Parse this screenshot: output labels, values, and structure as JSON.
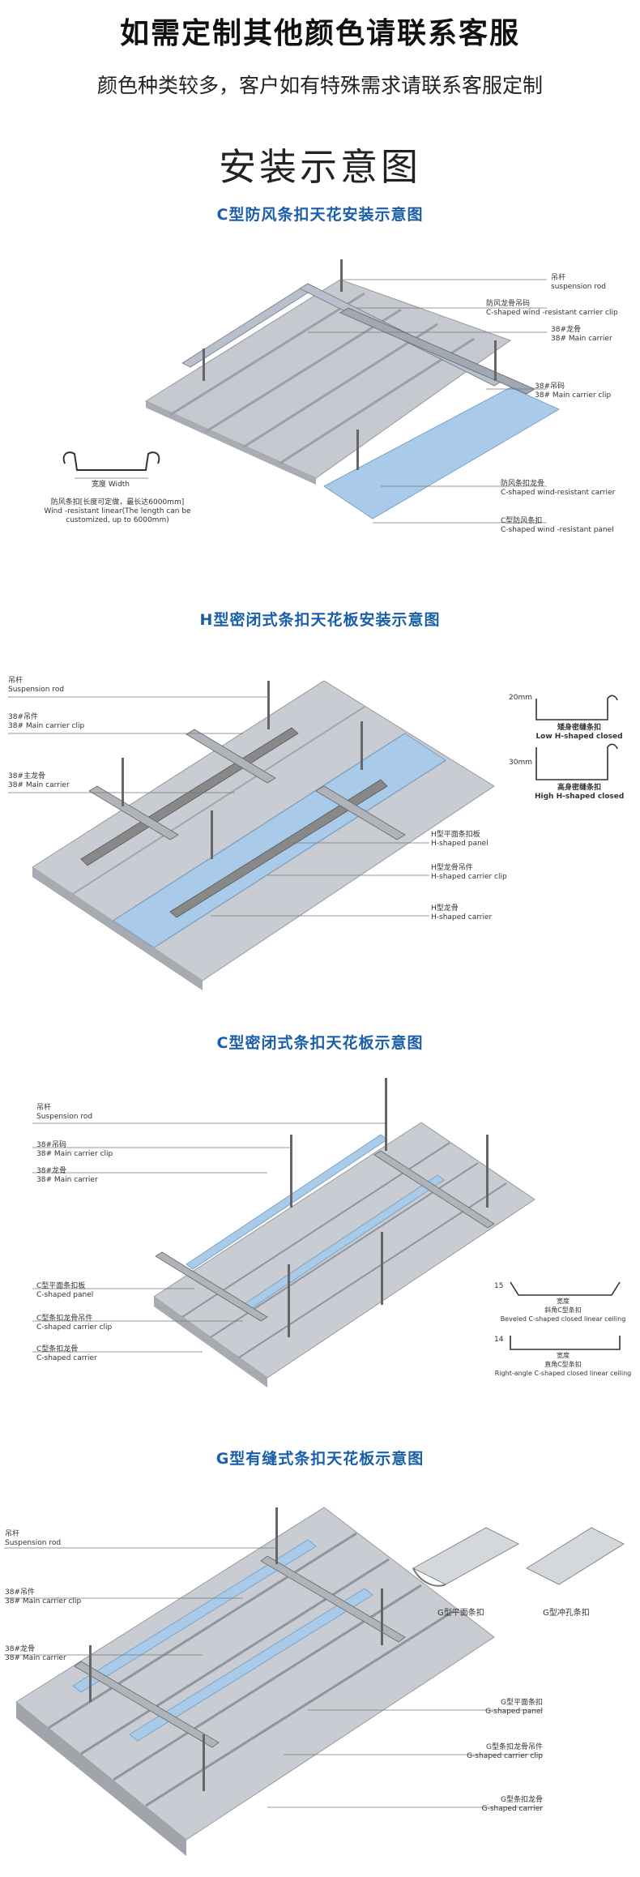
{
  "header": {
    "title": "如需定制其他颜色请联系客服",
    "subtitle": "颜色种类较多，客户如有特殊需求请联系客服定制"
  },
  "main_title": "安装示意图",
  "colors": {
    "accent": "#1a5fa8",
    "panel": "#c8ccd2",
    "highlight": "#a9cbe9"
  },
  "sections": [
    {
      "title": "C型防风条扣天花安装示意图",
      "labels": [
        {
          "cn": "吊杆",
          "en": "suspension rod"
        },
        {
          "cn": "防风龙骨吊码",
          "en": "C-shaped  wind -resistant carrier clip"
        },
        {
          "cn": "38#龙骨",
          "en": "38# Main carrier"
        },
        {
          "cn": "38#吊码",
          "en": "38# Main carrier clip"
        },
        {
          "cn": "防风条扣龙骨",
          "en": "C-shaped  wind-resistant carrier"
        },
        {
          "cn": "C型防风条扣",
          "en": "C-shaped wind -resistant panel"
        }
      ],
      "width_label": "宽度 Width",
      "note_cn": "防风条扣[长度可定做，最长达6000mm]",
      "note_en1": "Wind -resistant linear(The length can be",
      "note_en2": "customized, up to 6000mm)"
    },
    {
      "title": "H型密闭式条扣天花板安装示意图",
      "labels": [
        {
          "cn": "吊杆",
          "en": "Suspension rod"
        },
        {
          "cn": "38#吊件",
          "en": "38# Main carrier clip"
        },
        {
          "cn": "38#主龙骨",
          "en": "38# Main carrier"
        },
        {
          "cn": "H型平面条扣板",
          "en": "H-shaped panel"
        },
        {
          "cn": "H型龙骨吊件",
          "en": "H-shaped carrier clip"
        },
        {
          "cn": "H型龙骨",
          "en": "H-shaped carrier"
        }
      ],
      "profiles": [
        {
          "dim": "20mm",
          "cn": "矮身密缝条扣",
          "en": "Low H-shaped closed"
        },
        {
          "dim": "30mm",
          "cn": "高身密缝条扣",
          "en": "High H-shaped closed"
        }
      ]
    },
    {
      "title": "C型密闭式条扣天花板示意图",
      "labels": [
        {
          "cn": "吊杆",
          "en": "Suspension rod"
        },
        {
          "cn": "38#吊码",
          "en": "38# Main carrier clip"
        },
        {
          "cn": "38#龙骨",
          "en": "38# Main carrier"
        },
        {
          "cn": "C型平面条扣板",
          "en": "C-shaped panel"
        },
        {
          "cn": "C型条扣龙骨吊件",
          "en": "C-shaped carrier clip"
        },
        {
          "cn": "C型条扣龙骨",
          "en": "C-shaped carrier"
        }
      ],
      "profiles": [
        {
          "dim": "15",
          "width": "宽度",
          "cn": "斜角C型条扣",
          "en": "Beveled C-shaped closed linear ceiling"
        },
        {
          "dim": "14",
          "width": "宽度",
          "cn": "直角C型条扣",
          "en": "Right-angle C-shaped closed linear ceiling"
        }
      ]
    },
    {
      "title": "G型有缝式条扣天花板示意图",
      "labels": [
        {
          "cn": "吊杆",
          "en": "Suspension rod"
        },
        {
          "cn": "38#吊件",
          "en": "38#  Main carrier clip"
        },
        {
          "cn": "38#龙骨",
          "en": "38# Main carrier"
        },
        {
          "cn": "G型平面条扣",
          "en": "G-shaped panel"
        },
        {
          "cn": "G型条扣龙骨吊件",
          "en": "G-shaped carrier clip"
        },
        {
          "cn": "G型条扣龙骨",
          "en": "G-shaped carrier"
        }
      ],
      "products": [
        {
          "cn": "G型平面条扣"
        },
        {
          "cn": "G型冲孔条扣"
        }
      ]
    }
  ]
}
